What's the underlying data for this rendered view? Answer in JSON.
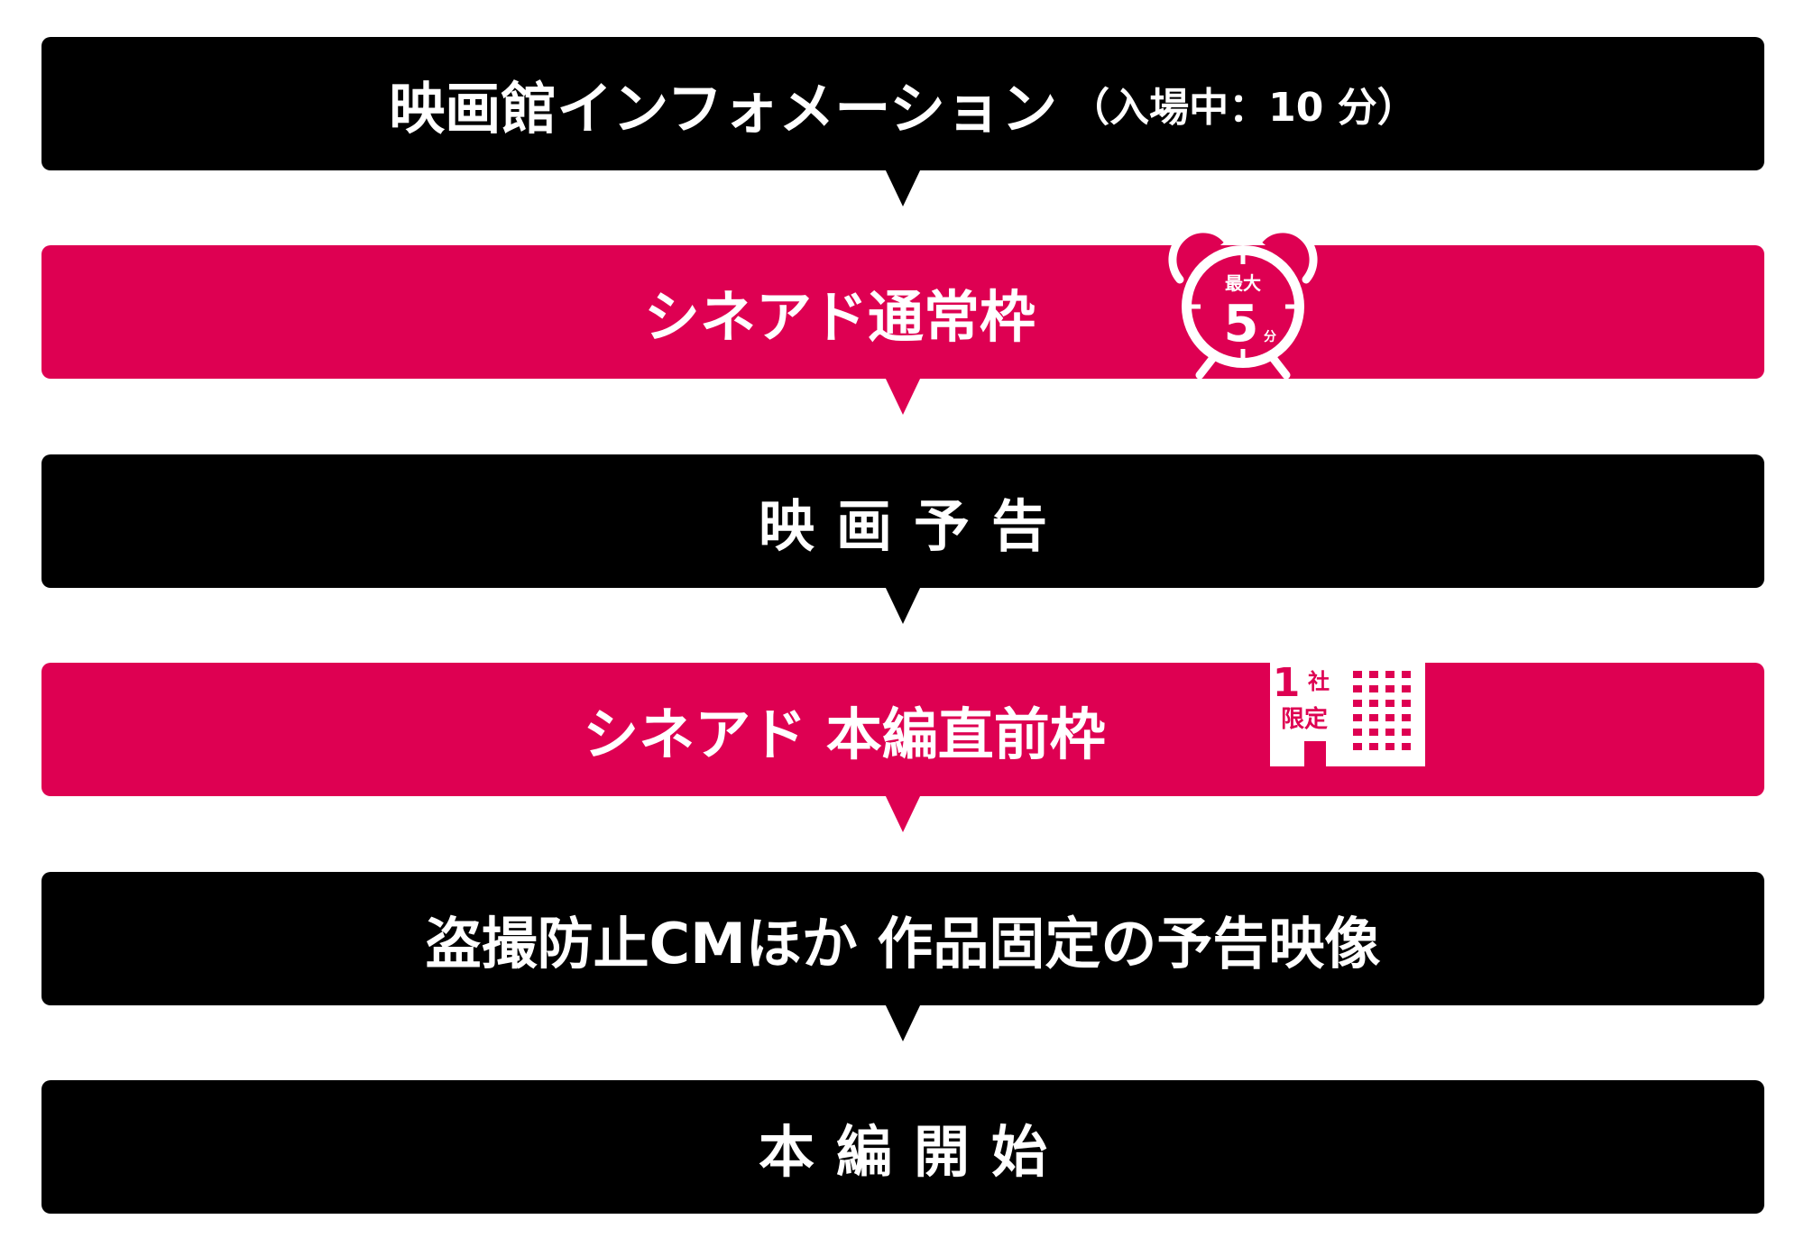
{
  "colors": {
    "dark": "#000000",
    "accent": "#de0052",
    "text": "#ffffff"
  },
  "steps": [
    {
      "label": "映画館インフォメーション",
      "sub": "（入場中：10 分）"
    },
    {
      "label": "シネアド通常枠",
      "badge": {
        "icon": "alarm-clock-icon",
        "top": "最大",
        "num": "5",
        "unit": "分"
      }
    },
    {
      "label": "映画予告"
    },
    {
      "label": "シネアド 本編直前枠",
      "badge": {
        "icon": "building-icon",
        "num": "1",
        "top": "社",
        "bottom": "限定"
      }
    },
    {
      "label": "盗撮防止CMほか 作品固定の予告映像"
    },
    {
      "label": "本編開始"
    }
  ]
}
